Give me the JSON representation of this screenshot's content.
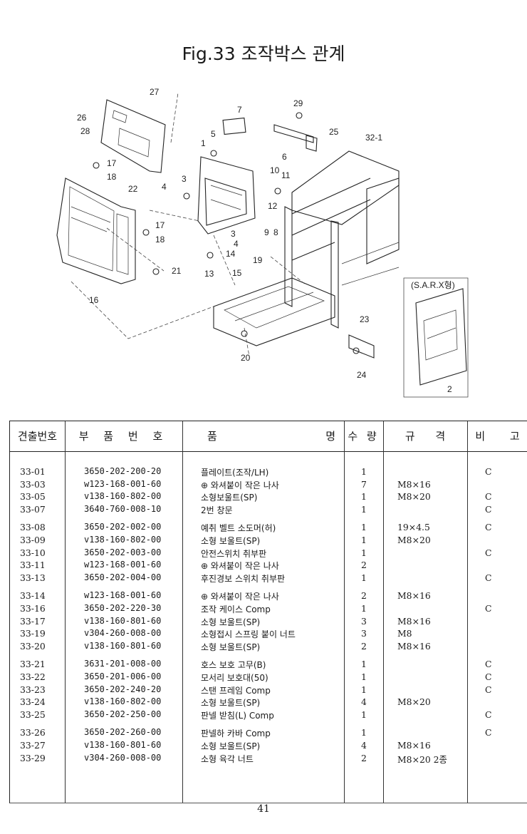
{
  "title": "Fig.33 조작박스 관계",
  "diagram": {
    "labels": [
      "27",
      "26",
      "28",
      "17",
      "18",
      "22",
      "7",
      "5",
      "1",
      "29",
      "25",
      "6",
      "32-1",
      "3",
      "4",
      "10",
      "11",
      "12",
      "17",
      "18",
      "9",
      "8",
      "3",
      "4",
      "14",
      "19",
      "13",
      "15",
      "21",
      "16",
      "20",
      "23",
      "24",
      "2"
    ],
    "inset_label": "(S.A.R.X형)"
  },
  "table": {
    "headers": [
      "견출번호",
      "부 품 번 호",
      "품 명",
      "수 량",
      "규 격",
      "비 고"
    ],
    "name_header_left": "품",
    "name_header_right": "명",
    "rows": [
      {
        "code": "33-01",
        "part": "3650-202-200-20",
        "name": "플레이트(조작/LH)",
        "qty": "1",
        "spec": "",
        "note": "C"
      },
      {
        "code": "33-03",
        "part": "w123-168-001-60",
        "name": "⊕ 와셔붙이 작은 나사",
        "qty": "7",
        "spec": "M8×16",
        "note": ""
      },
      {
        "code": "33-05",
        "part": "v138-160-802-00",
        "name": "소형보울트(SP)",
        "qty": "1",
        "spec": "M8×20",
        "note": "C"
      },
      {
        "code": "33-07",
        "part": "3640-760-008-10",
        "name": "2번 창문",
        "qty": "1",
        "spec": "",
        "note": "C"
      },
      {
        "code": "33-08",
        "part": "3650-202-002-00",
        "name": "예취 벨트 소도머(허)",
        "qty": "1",
        "spec": "19×4.5",
        "note": "C"
      },
      {
        "code": "33-09",
        "part": "v138-160-802-00",
        "name": "소형 보울트(SP)",
        "qty": "1",
        "spec": "M8×20",
        "note": ""
      },
      {
        "code": "33-10",
        "part": "3650-202-003-00",
        "name": "안전스위치 취부판",
        "qty": "1",
        "spec": "",
        "note": "C"
      },
      {
        "code": "33-11",
        "part": "w123-168-001-60",
        "name": "⊕ 와셔붙이 작은 나사",
        "qty": "2",
        "spec": "",
        "note": ""
      },
      {
        "code": "33-13",
        "part": "3650-202-004-00",
        "name": "후진경보 스위치 취부판",
        "qty": "1",
        "spec": "",
        "note": "C"
      },
      {
        "code": "33-14",
        "part": "w123-168-001-60",
        "name": "⊕ 와셔붙이 작은 나사",
        "qty": "2",
        "spec": "M8×16",
        "note": ""
      },
      {
        "code": "33-16",
        "part": "3650-202-220-30",
        "name": "조작 케이스 Comp",
        "qty": "1",
        "spec": "",
        "note": "C"
      },
      {
        "code": "33-17",
        "part": "v138-160-801-60",
        "name": "소형 보울트(SP)",
        "qty": "3",
        "spec": "M8×16",
        "note": ""
      },
      {
        "code": "33-19",
        "part": "v304-260-008-00",
        "name": "소형접시 스프링 붙이 너트",
        "qty": "3",
        "spec": "M8",
        "note": ""
      },
      {
        "code": "33-20",
        "part": "v138-160-801-60",
        "name": "소형 보울트(SP)",
        "qty": "2",
        "spec": "M8×16",
        "note": ""
      },
      {
        "code": "33-21",
        "part": "3631-201-008-00",
        "name": "호스 보호 고무(B)",
        "qty": "1",
        "spec": "",
        "note": "C"
      },
      {
        "code": "33-22",
        "part": "3650-201-006-00",
        "name": "모서리 보호대(50)",
        "qty": "1",
        "spec": "",
        "note": "C"
      },
      {
        "code": "33-23",
        "part": "3650-202-240-20",
        "name": "스탠 프레임 Comp",
        "qty": "1",
        "spec": "",
        "note": "C"
      },
      {
        "code": "33-24",
        "part": "v138-160-802-00",
        "name": "소형 보울트(SP)",
        "qty": "4",
        "spec": "M8×20",
        "note": ""
      },
      {
        "code": "33-25",
        "part": "3650-202-250-00",
        "name": "판넬 받침(L) Comp",
        "qty": "1",
        "spec": "",
        "note": "C"
      },
      {
        "code": "33-26",
        "part": "3650-202-260-00",
        "name": "판넬하 카바 Comp",
        "qty": "1",
        "spec": "",
        "note": "C"
      },
      {
        "code": "33-27",
        "part": "v138-160-801-60",
        "name": "소형 보울트(SP)",
        "qty": "4",
        "spec": "M8×16",
        "note": ""
      },
      {
        "code": "33-29",
        "part": "v304-260-008-00",
        "name": "소형 육각 너트",
        "qty": "2",
        "spec": "M8×20 2종",
        "note": ""
      }
    ]
  },
  "page_number": "41"
}
